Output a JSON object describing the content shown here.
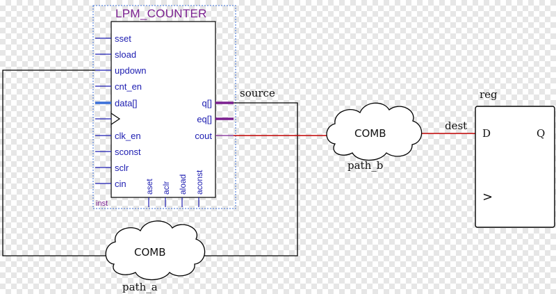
{
  "counter": {
    "title": "LPM_COUNTER",
    "instance_label": "inst",
    "left_pins": [
      "sset",
      "sload",
      "updown",
      "cnt_en",
      "data[]",
      "",
      "clk_en",
      "sconst",
      "sclr",
      "cin"
    ],
    "right_pins": [
      "q[]",
      "eq[]",
      "cout"
    ],
    "bottom_pins": [
      "aset",
      "aclr",
      "aload",
      "aconst"
    ]
  },
  "signals": {
    "source": "source",
    "dest": "dest"
  },
  "clouds": {
    "b_label": "COMB",
    "b_path": "path_b",
    "a_label": "COMB",
    "a_path": "path_a"
  },
  "register": {
    "name": "reg",
    "d_pin": "D",
    "q_pin": "Q",
    "clock_symbol": ">"
  },
  "colors": {
    "pin_text": "#1b1bb0",
    "title": "#7a1f8f",
    "bus": "#7a1f8f",
    "highlight_wire": "#c00000",
    "wire": "#000000"
  }
}
